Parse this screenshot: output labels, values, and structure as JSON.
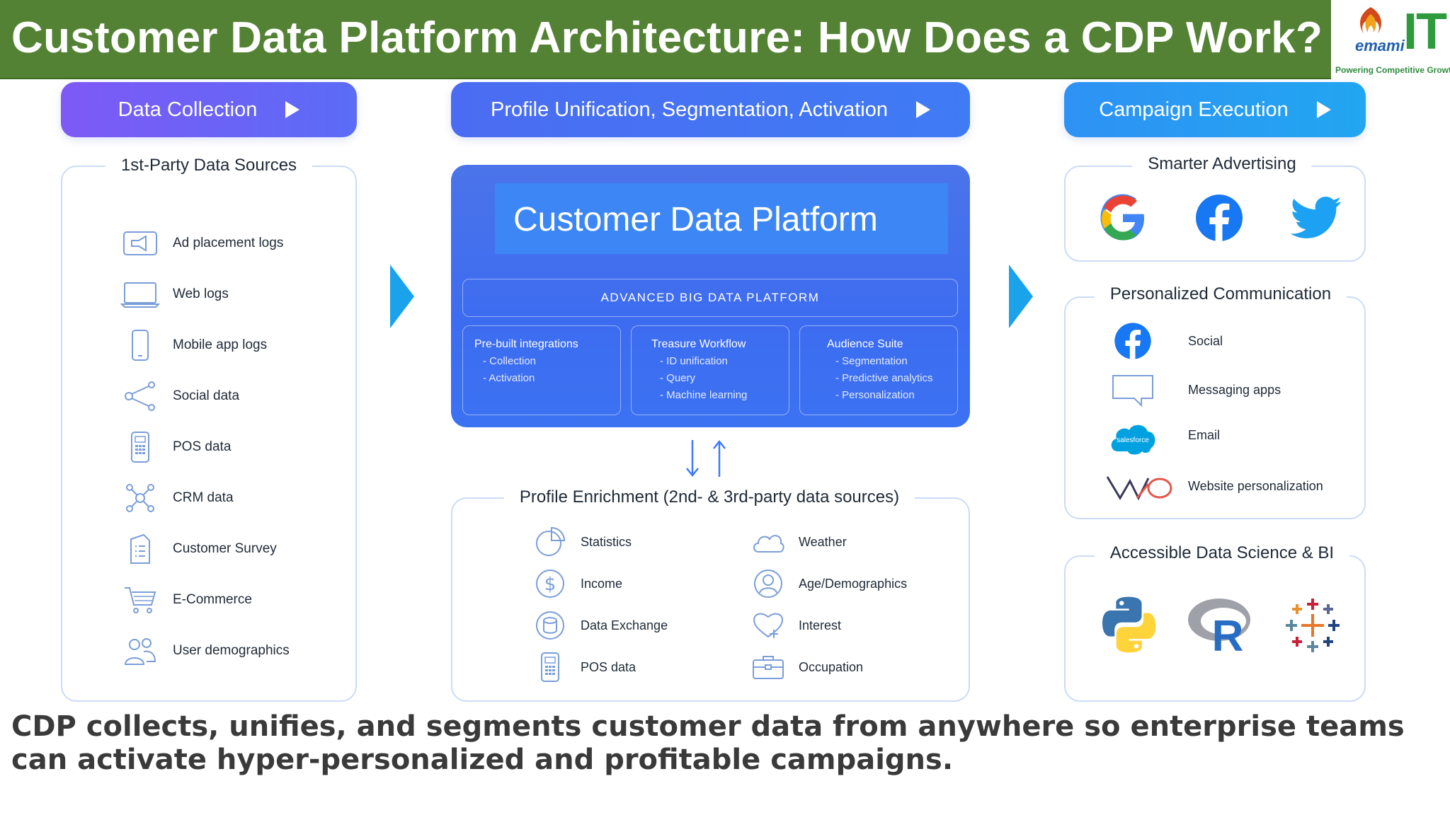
{
  "header": {
    "title": "Customer Data Platform Architecture: How Does a CDP Work?",
    "logo": {
      "word": "emami",
      "it": "IT",
      "tagline": "Powering Competitive Growth"
    }
  },
  "stages": {
    "collection": "Data Collection",
    "unification": "Profile Unification, Segmentation, Activation",
    "campaign": "Campaign Execution"
  },
  "sources": {
    "title": "1st-Party Data Sources",
    "items": [
      {
        "label": "Ad placement logs",
        "icon": "megaphone-icon"
      },
      {
        "label": "Web logs",
        "icon": "laptop-icon"
      },
      {
        "label": "Mobile app logs",
        "icon": "phone-icon"
      },
      {
        "label": "Social data",
        "icon": "share-icon"
      },
      {
        "label": "POS data",
        "icon": "pos-terminal-icon"
      },
      {
        "label": "CRM data",
        "icon": "network-icon"
      },
      {
        "label": "Customer Survey",
        "icon": "survey-icon"
      },
      {
        "label": "E-Commerce",
        "icon": "cart-icon"
      },
      {
        "label": "User demographics",
        "icon": "users-icon"
      }
    ]
  },
  "cdp": {
    "title": "Customer Data Platform",
    "bigdata": "ADVANCED BIG DATA PLATFORM",
    "boxes": [
      {
        "title": "Pre-built integrations",
        "lines": [
          "- Collection",
          "- Activation"
        ]
      },
      {
        "title": "Treasure Workflow",
        "lines": [
          "- ID unification",
          "- Query",
          "- Machine learning"
        ]
      },
      {
        "title": "Audience Suite",
        "lines": [
          "- Segmentation",
          "- Predictive analytics",
          "- Personalization"
        ]
      }
    ]
  },
  "enrichment": {
    "title": "Profile Enrichment (2nd- & 3rd-party data sources)",
    "left": [
      {
        "label": "Statistics",
        "icon": "pie-chart-icon"
      },
      {
        "label": "Income",
        "icon": "dollar-icon"
      },
      {
        "label": "Data Exchange",
        "icon": "database-sync-icon"
      },
      {
        "label": "POS data",
        "icon": "pos-terminal-icon"
      }
    ],
    "right": [
      {
        "label": "Weather",
        "icon": "cloud-icon"
      },
      {
        "label": "Age/Demographics",
        "icon": "user-circle-icon"
      },
      {
        "label": "Interest",
        "icon": "heart-icon"
      },
      {
        "label": "Occupation",
        "icon": "briefcase-icon"
      }
    ]
  },
  "advertising": {
    "title": "Smarter Advertising",
    "icons": [
      "google-icon",
      "facebook-icon",
      "twitter-icon"
    ]
  },
  "communication": {
    "title": "Personalized Communication",
    "items": [
      {
        "label": "Social",
        "icon": "facebook-icon"
      },
      {
        "label": "Messaging apps",
        "icon": "chat-bubble-icon"
      },
      {
        "label": "Email",
        "icon": "salesforce-icon",
        "badge": "salesforce"
      },
      {
        "label": "Website personalization",
        "icon": "vwo-icon"
      }
    ]
  },
  "datascience": {
    "title": "Accessible Data Science & BI",
    "icons": [
      "python-icon",
      "r-icon",
      "tableau-icon"
    ],
    "r_letter": "R"
  },
  "caption": "CDP collects, unifies, and segments customer data from anywhere so enterprise teams can activate hyper-personalized and profitable campaigns."
}
